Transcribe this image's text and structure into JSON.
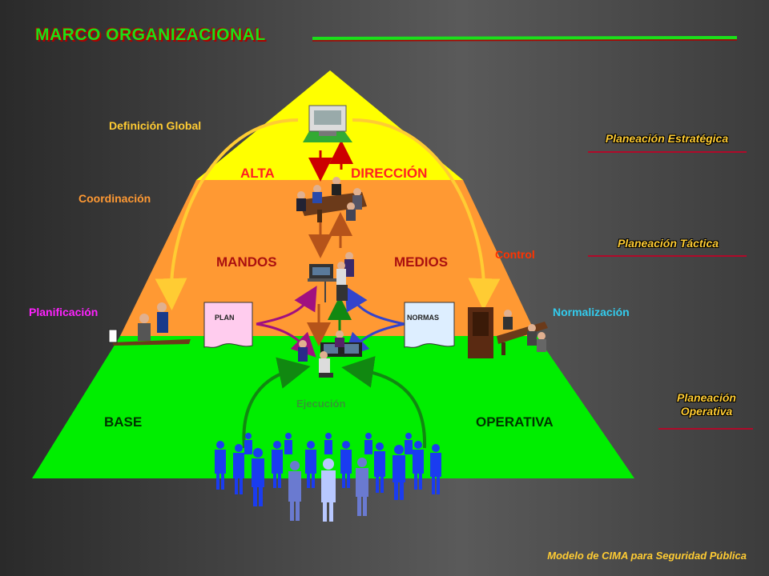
{
  "title": "MARCO ORGANIZACIONAL",
  "levels": {
    "alta": "ALTA",
    "direccion": "DIRECCIÓN",
    "mandos": "MANDOS",
    "medios": "MEDIOS",
    "base": "BASE",
    "operativa": "OPERATIVA"
  },
  "functions": {
    "definicion_global": "Definición Global",
    "coordinacion": "Coordinación",
    "control": "Control",
    "planificacion": "Planificación",
    "normalizacion": "Normalización",
    "ejecucion": "Ejecución"
  },
  "documents": {
    "plan": "PLAN",
    "normas": "NORMAS"
  },
  "planning": {
    "estrategica": "Planeación Estratégica",
    "tactica": "Planeación Táctica",
    "operativa_line1": "Planeación",
    "operativa_line2": "Operativa"
  },
  "footer": "Modelo de CIMA  para Seguridad Pública",
  "colors": {
    "apex": "#ffff00",
    "middle": "#ff9933",
    "base": "#00ee00",
    "title_green": "#1adf1a",
    "accent_red": "#b00a2a",
    "side_yellow": "#ffcc33",
    "people_blue": "#1a3cf0"
  },
  "icons": [
    "monitor-icon",
    "meeting-icon",
    "computer-user-icon",
    "worker-icon",
    "crowd-icon"
  ]
}
